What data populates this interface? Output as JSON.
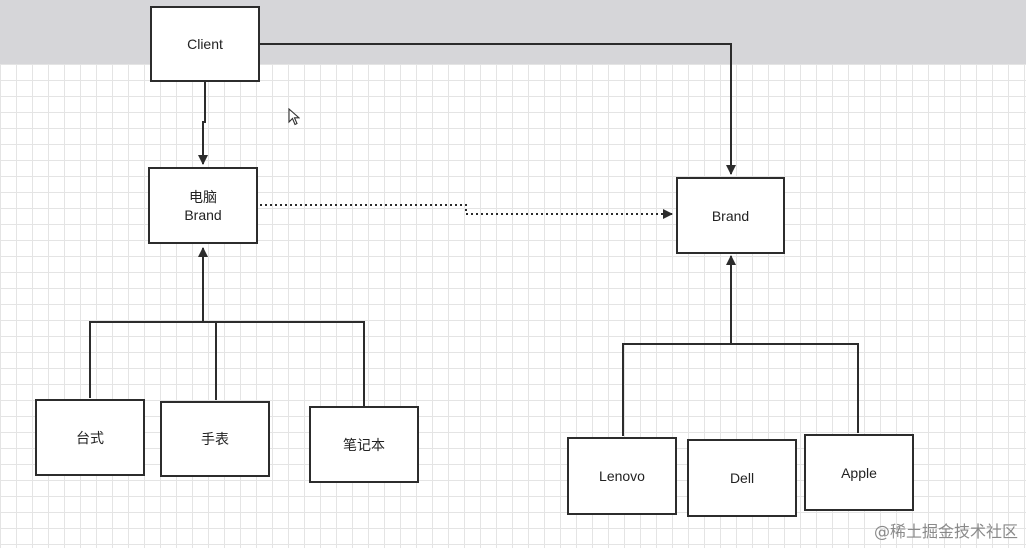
{
  "nodes": {
    "client": {
      "label": "Client"
    },
    "computer": {
      "line1": "电脑",
      "line2": "Brand"
    },
    "brand": {
      "label": "Brand"
    },
    "desktop": {
      "label": "台式"
    },
    "watch": {
      "label": "手表"
    },
    "laptop": {
      "label": "笔记本"
    },
    "lenovo": {
      "label": "Lenovo"
    },
    "dell": {
      "label": "Dell"
    },
    "apple": {
      "label": "Apple"
    }
  },
  "watermark": "@稀土掘金技术社区",
  "colors": {
    "line": "#2c2c2c",
    "grid": "#e4e4e4",
    "band": "#d6d6d9"
  }
}
